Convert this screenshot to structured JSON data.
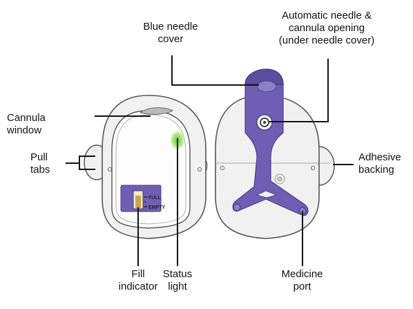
{
  "labels": {
    "blue_needle_cover": "Blue needle\ncover",
    "auto_needle": "Automatic needle &\ncannula opening\n(under needle cover)",
    "cannula_window": "Cannula\nwindow",
    "pull_tabs": "Pull\ntabs",
    "adhesive_backing": "Adhesive\nbacking",
    "fill_indicator": "Fill\nindicator",
    "status_light": "Status\nlight",
    "medicine_port": "Medicine\nport"
  },
  "indicator": {
    "full": "FULL",
    "empty": "EMPTY"
  },
  "colors": {
    "device_fill": "#f1f1f1",
    "device_stroke": "#555555",
    "purple": "#6f5fb4",
    "purple_dark": "#4a3f86",
    "status_green": "#6fd13a",
    "fill_bar": "#c8a257"
  }
}
